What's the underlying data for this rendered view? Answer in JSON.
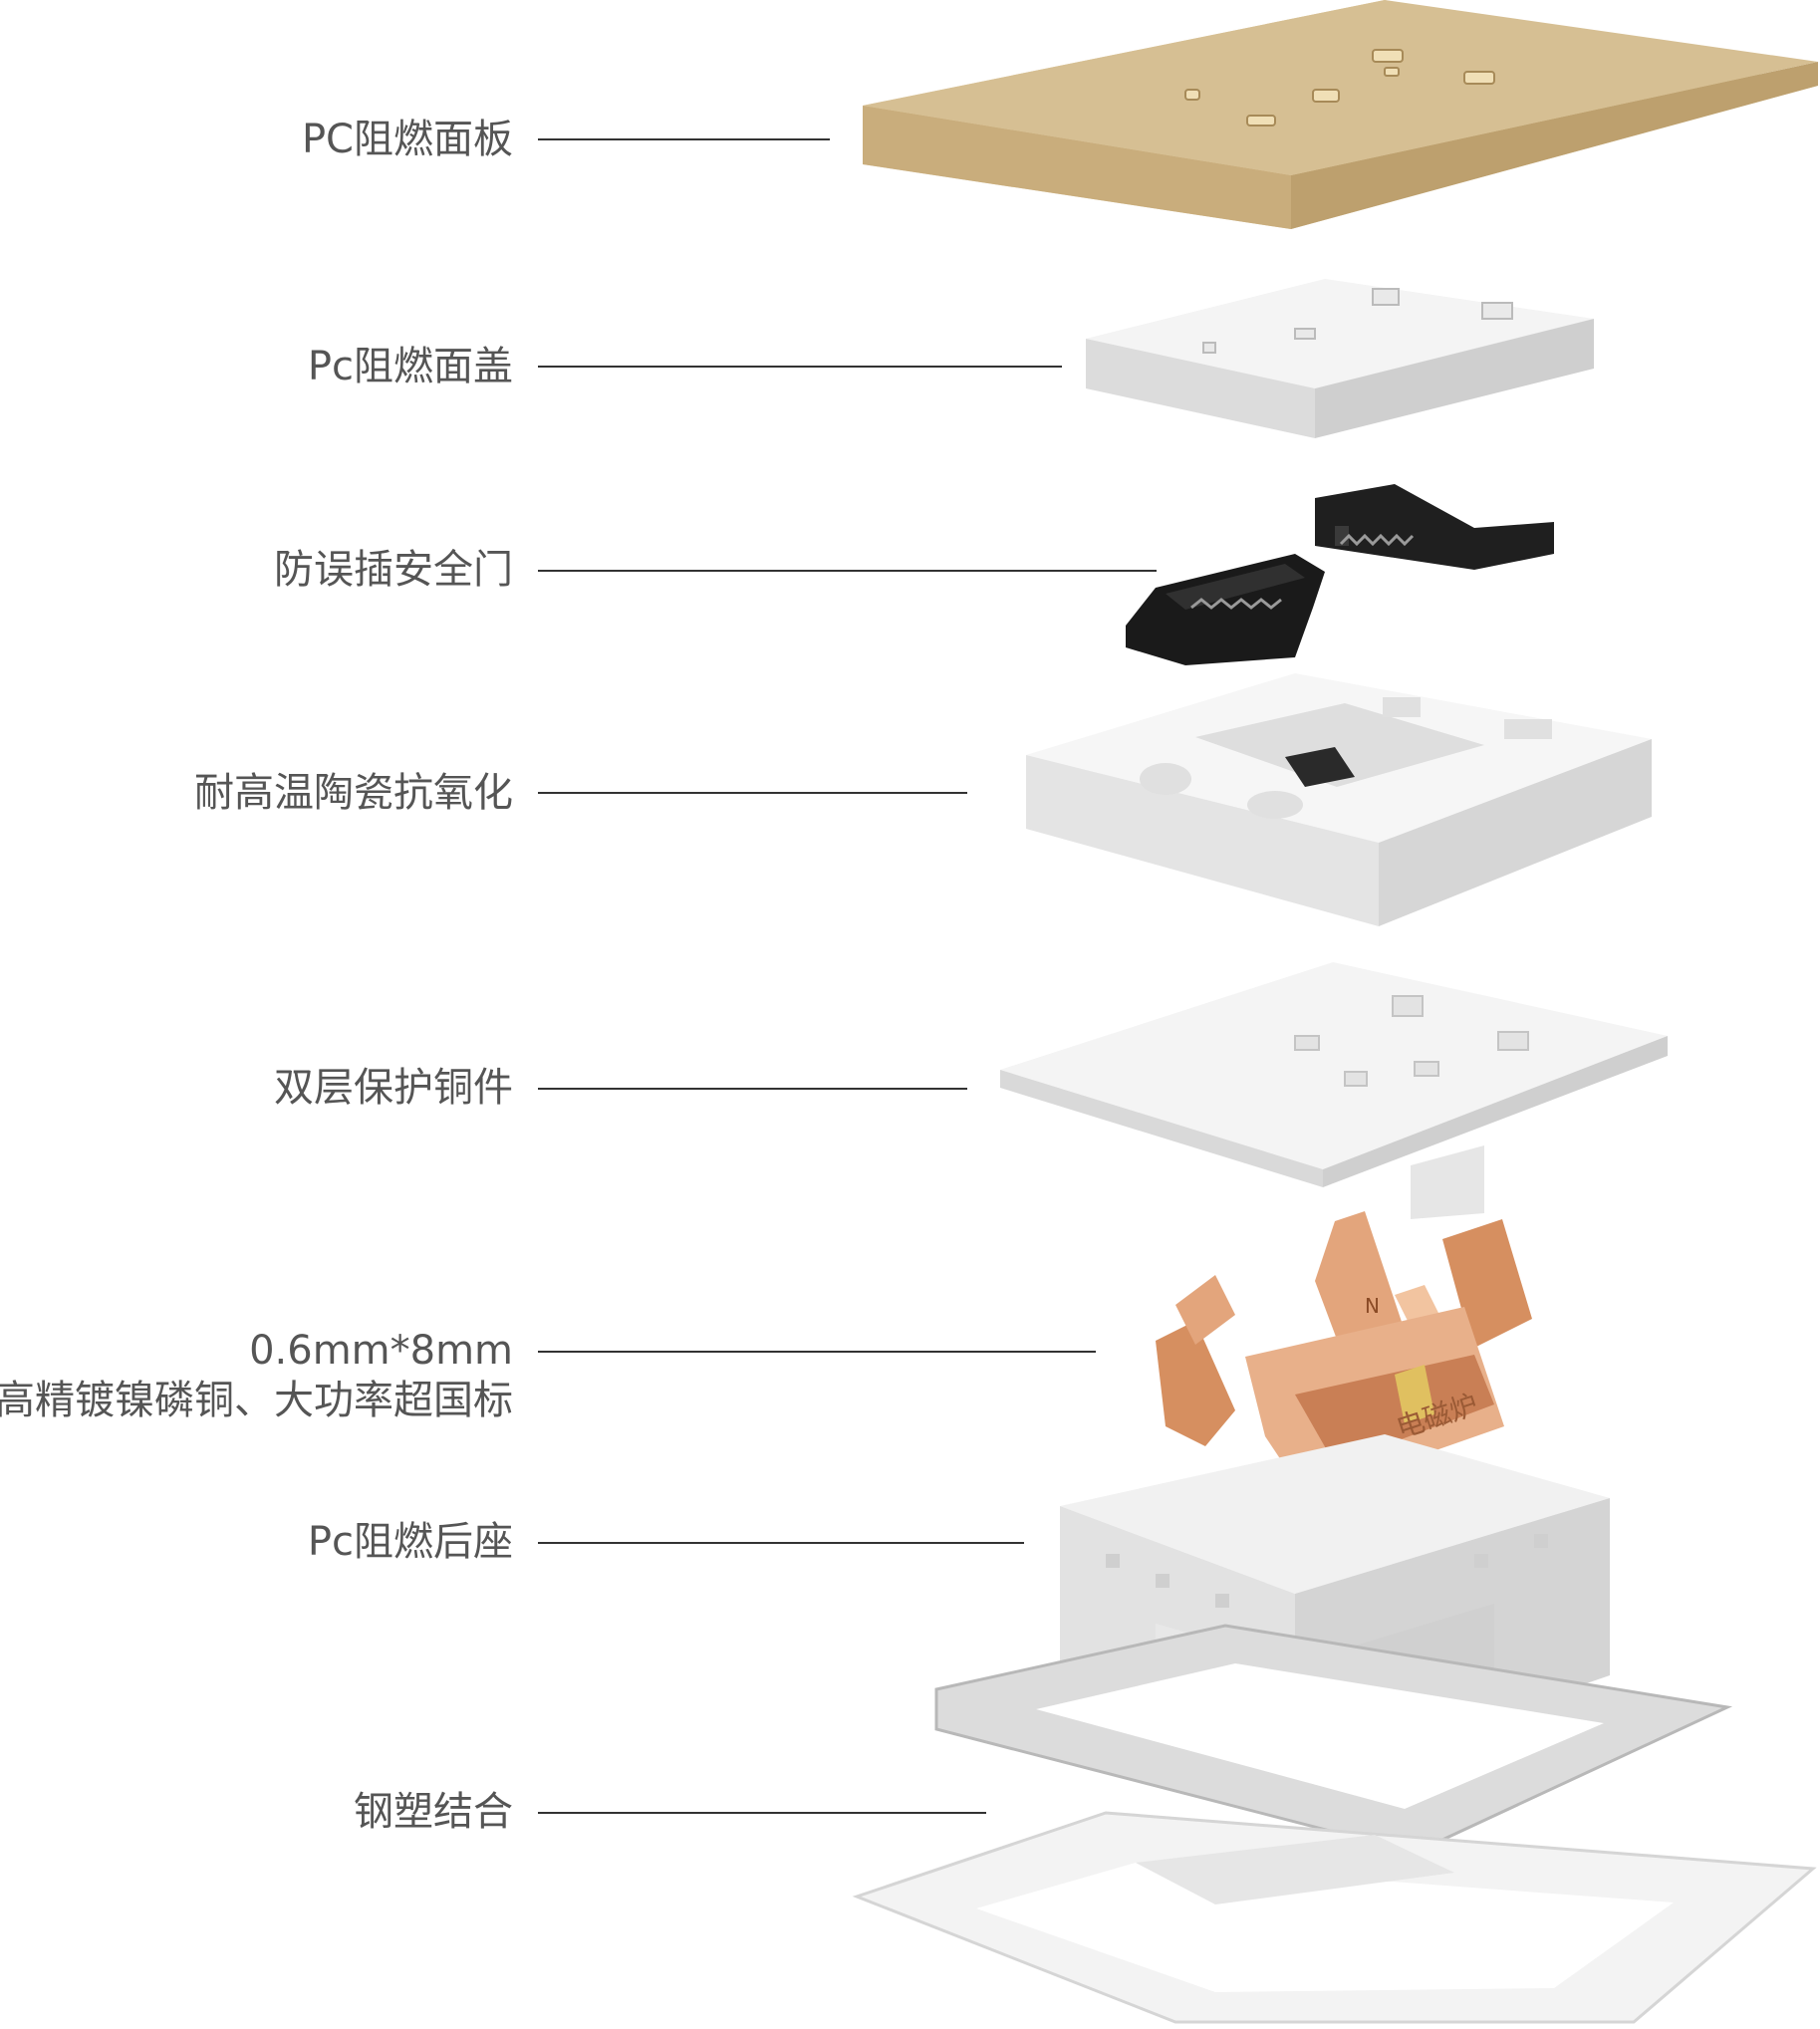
{
  "labels": [
    {
      "id": "faceplate",
      "text": "PC阻燃面板"
    },
    {
      "id": "cover",
      "text": "Pc阻燃面盖"
    },
    {
      "id": "shutter",
      "text": "防误插安全门"
    },
    {
      "id": "ceramic",
      "text": "耐高温陶瓷抗氧化"
    },
    {
      "id": "copper-layer",
      "text": "双层保护铜件"
    },
    {
      "id": "contacts-spec",
      "text": "0.6mm*8mm"
    },
    {
      "id": "contacts-desc",
      "text": "高精镀镍磷铜、大功率超国标"
    },
    {
      "id": "back-seat",
      "text": "Pc阻燃后座"
    },
    {
      "id": "frame",
      "text": "钢塑结合"
    }
  ],
  "artwork_text": {
    "n_mark": "N",
    "contact_stamp": "电磁炉"
  },
  "colors": {
    "label_text": "#555555",
    "leader_line": "#333333",
    "gold_panel": "#d6bf93",
    "gold_panel_edge": "#c9ad7c",
    "white_part": "#f2f2f2",
    "white_part_shade": "#d9d9d9",
    "black_part": "#1f1f1f",
    "copper": "#e3a57c",
    "copper_shade": "#c97f55",
    "steel": "#b8b8b8"
  }
}
